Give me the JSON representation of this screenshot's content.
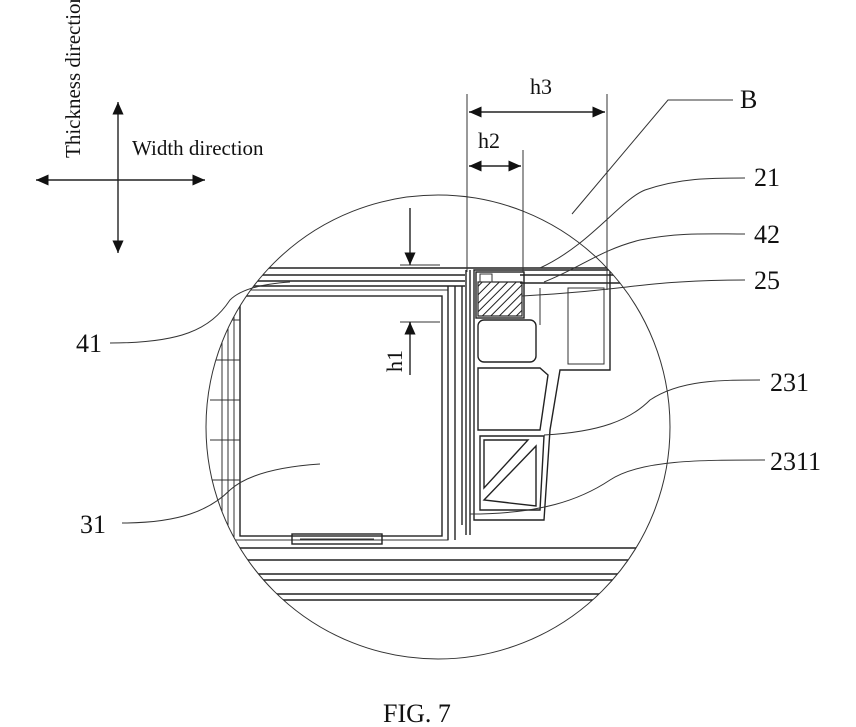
{
  "orientation": {
    "thickness_label": "Thickness direction",
    "width_label": "Width direction"
  },
  "dimensions": {
    "h1": "h1",
    "h2": "h2",
    "h3": "h3"
  },
  "callouts": {
    "B": "B",
    "c21": "21",
    "c42": "42",
    "c25": "25",
    "c41": "41",
    "c231": "231",
    "c31": "31",
    "c2311": "2311"
  },
  "caption": "FIG. 7"
}
